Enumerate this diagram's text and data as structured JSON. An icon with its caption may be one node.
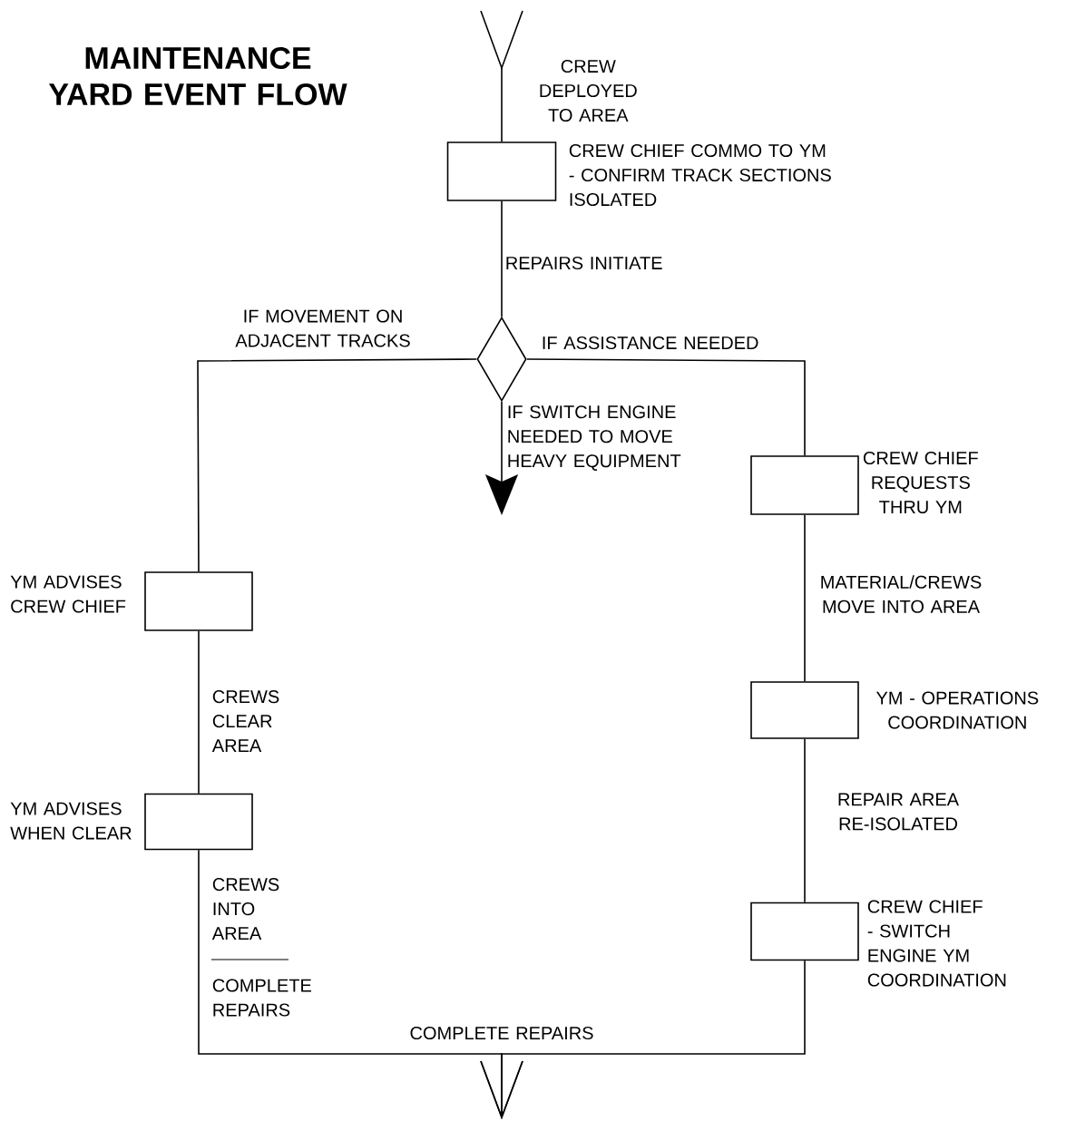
{
  "diagram": {
    "title": "MAINTENANCE YARD EVENT FLOW",
    "nodes": [
      {
        "text": [
          "CREW CHIEF COMMO TO YM - CONFIRM TRACK SECTIONS ISOLATED"
        ]
      },
      {
        "text": [],
        "shape": "diamond"
      },
      {
        "text": [
          "YM ADVISES CREW CHIEF"
        ]
      },
      {
        "text": [
          "YM ADVISES WHEN CLEAR"
        ]
      },
      {
        "text": [
          "CREW CHIEF REQUESTS THRU YM"
        ]
      },
      {
        "text": [
          "YM - OPERATIONS COORDINATION"
        ]
      },
      {
        "text": [
          "CREW CHIEF - SWITCH ENGINE YM COORDINATION"
        ]
      }
    ],
    "edges": [
      {
        "from": null,
        "to": 0,
        "arrow": "none",
        "label": "CREW DEPLOYED TO AREA"
      },
      {
        "from": 0,
        "to": 1,
        "arrow": "none",
        "label": "REPAIRS INITIATE"
      },
      {
        "from": 1,
        "to": 2,
        "arrow": "none",
        "label": "IF MOVEMENT ON ADJACENT TRACKS"
      },
      {
        "from": 1,
        "to": 4,
        "arrow": "none",
        "label": "IF ASSISTANCE NEEDED"
      },
      {
        "from": 1,
        "to": null,
        "arrow": "to",
        "label": "IF SWITCH ENGINE NEEDED TO MOVE HEAVY EQUIPMENT"
      },
      {
        "from": 2,
        "to": 3,
        "arrow": "none",
        "label": "CREWS CLEAR AREA"
      },
      {
        "from": 4,
        "to": 5,
        "arrow": "none",
        "label": "MATERIAL/CREWS MOVE INTO AREA"
      },
      {
        "from": 5,
        "to": 6,
        "arrow": "none",
        "label": "REPAIR AREA RE-ISOLATED"
      },
      {
        "from": 3,
        "to": null,
        "arrow": "to",
        "label": "CREWS INTO AREA"
      },
      {
        "from": 6,
        "to": null,
        "arrow": "to",
        "label": "COMPLETE REPAIRS"
      }
    ],
    "labels": [
      "COMPLETE REPAIRS"
    ]
  }
}
